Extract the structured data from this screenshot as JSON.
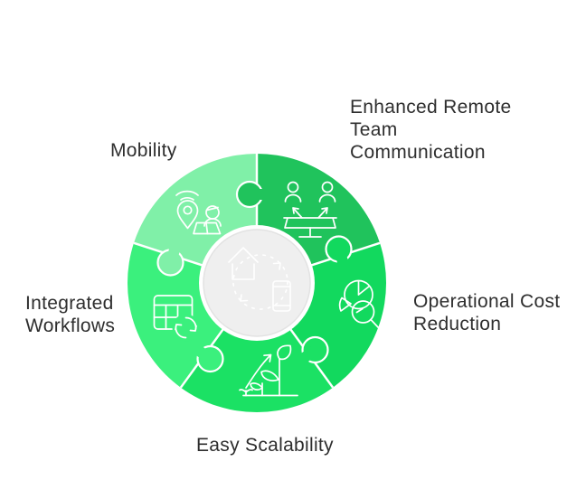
{
  "page": {
    "background": "#ffffff",
    "text_color": "#2e2e2e"
  },
  "diagram": {
    "type": "puzzle-donut-infographic",
    "center_circle": {
      "fill": "#EFEFEF",
      "ring": "#E2E2E2",
      "icons": [
        "house-icon",
        "smartphone-icon",
        "sync-dashed-circle-icon"
      ]
    },
    "segments": [
      {
        "name": "mobility",
        "label_lines": [
          "Mobility"
        ],
        "color": "#80F0A8",
        "icon": "location-pin-laptop-user-icon"
      },
      {
        "name": "enhanced-remote-team-communication",
        "label_lines": [
          "Enhanced Remote",
          "Team",
          "Communication"
        ],
        "color": "#20C35C",
        "icon": "team-over-screen-icon"
      },
      {
        "name": "operational-cost-reduction",
        "label_lines": [
          "Operational Cost",
          "Reduction"
        ],
        "color": "#12D95E",
        "icon": "pie-chart-magnifier-icon"
      },
      {
        "name": "easy-scalability",
        "label_lines": [
          "Easy Scalability"
        ],
        "color": "#1BE164",
        "icon": "growing-plant-arrow-icon"
      },
      {
        "name": "integrated-workflows",
        "label_lines": [
          "Integrated",
          "Workflows"
        ],
        "color": "#3BF07D",
        "icon": "table-refresh-icon"
      }
    ]
  }
}
